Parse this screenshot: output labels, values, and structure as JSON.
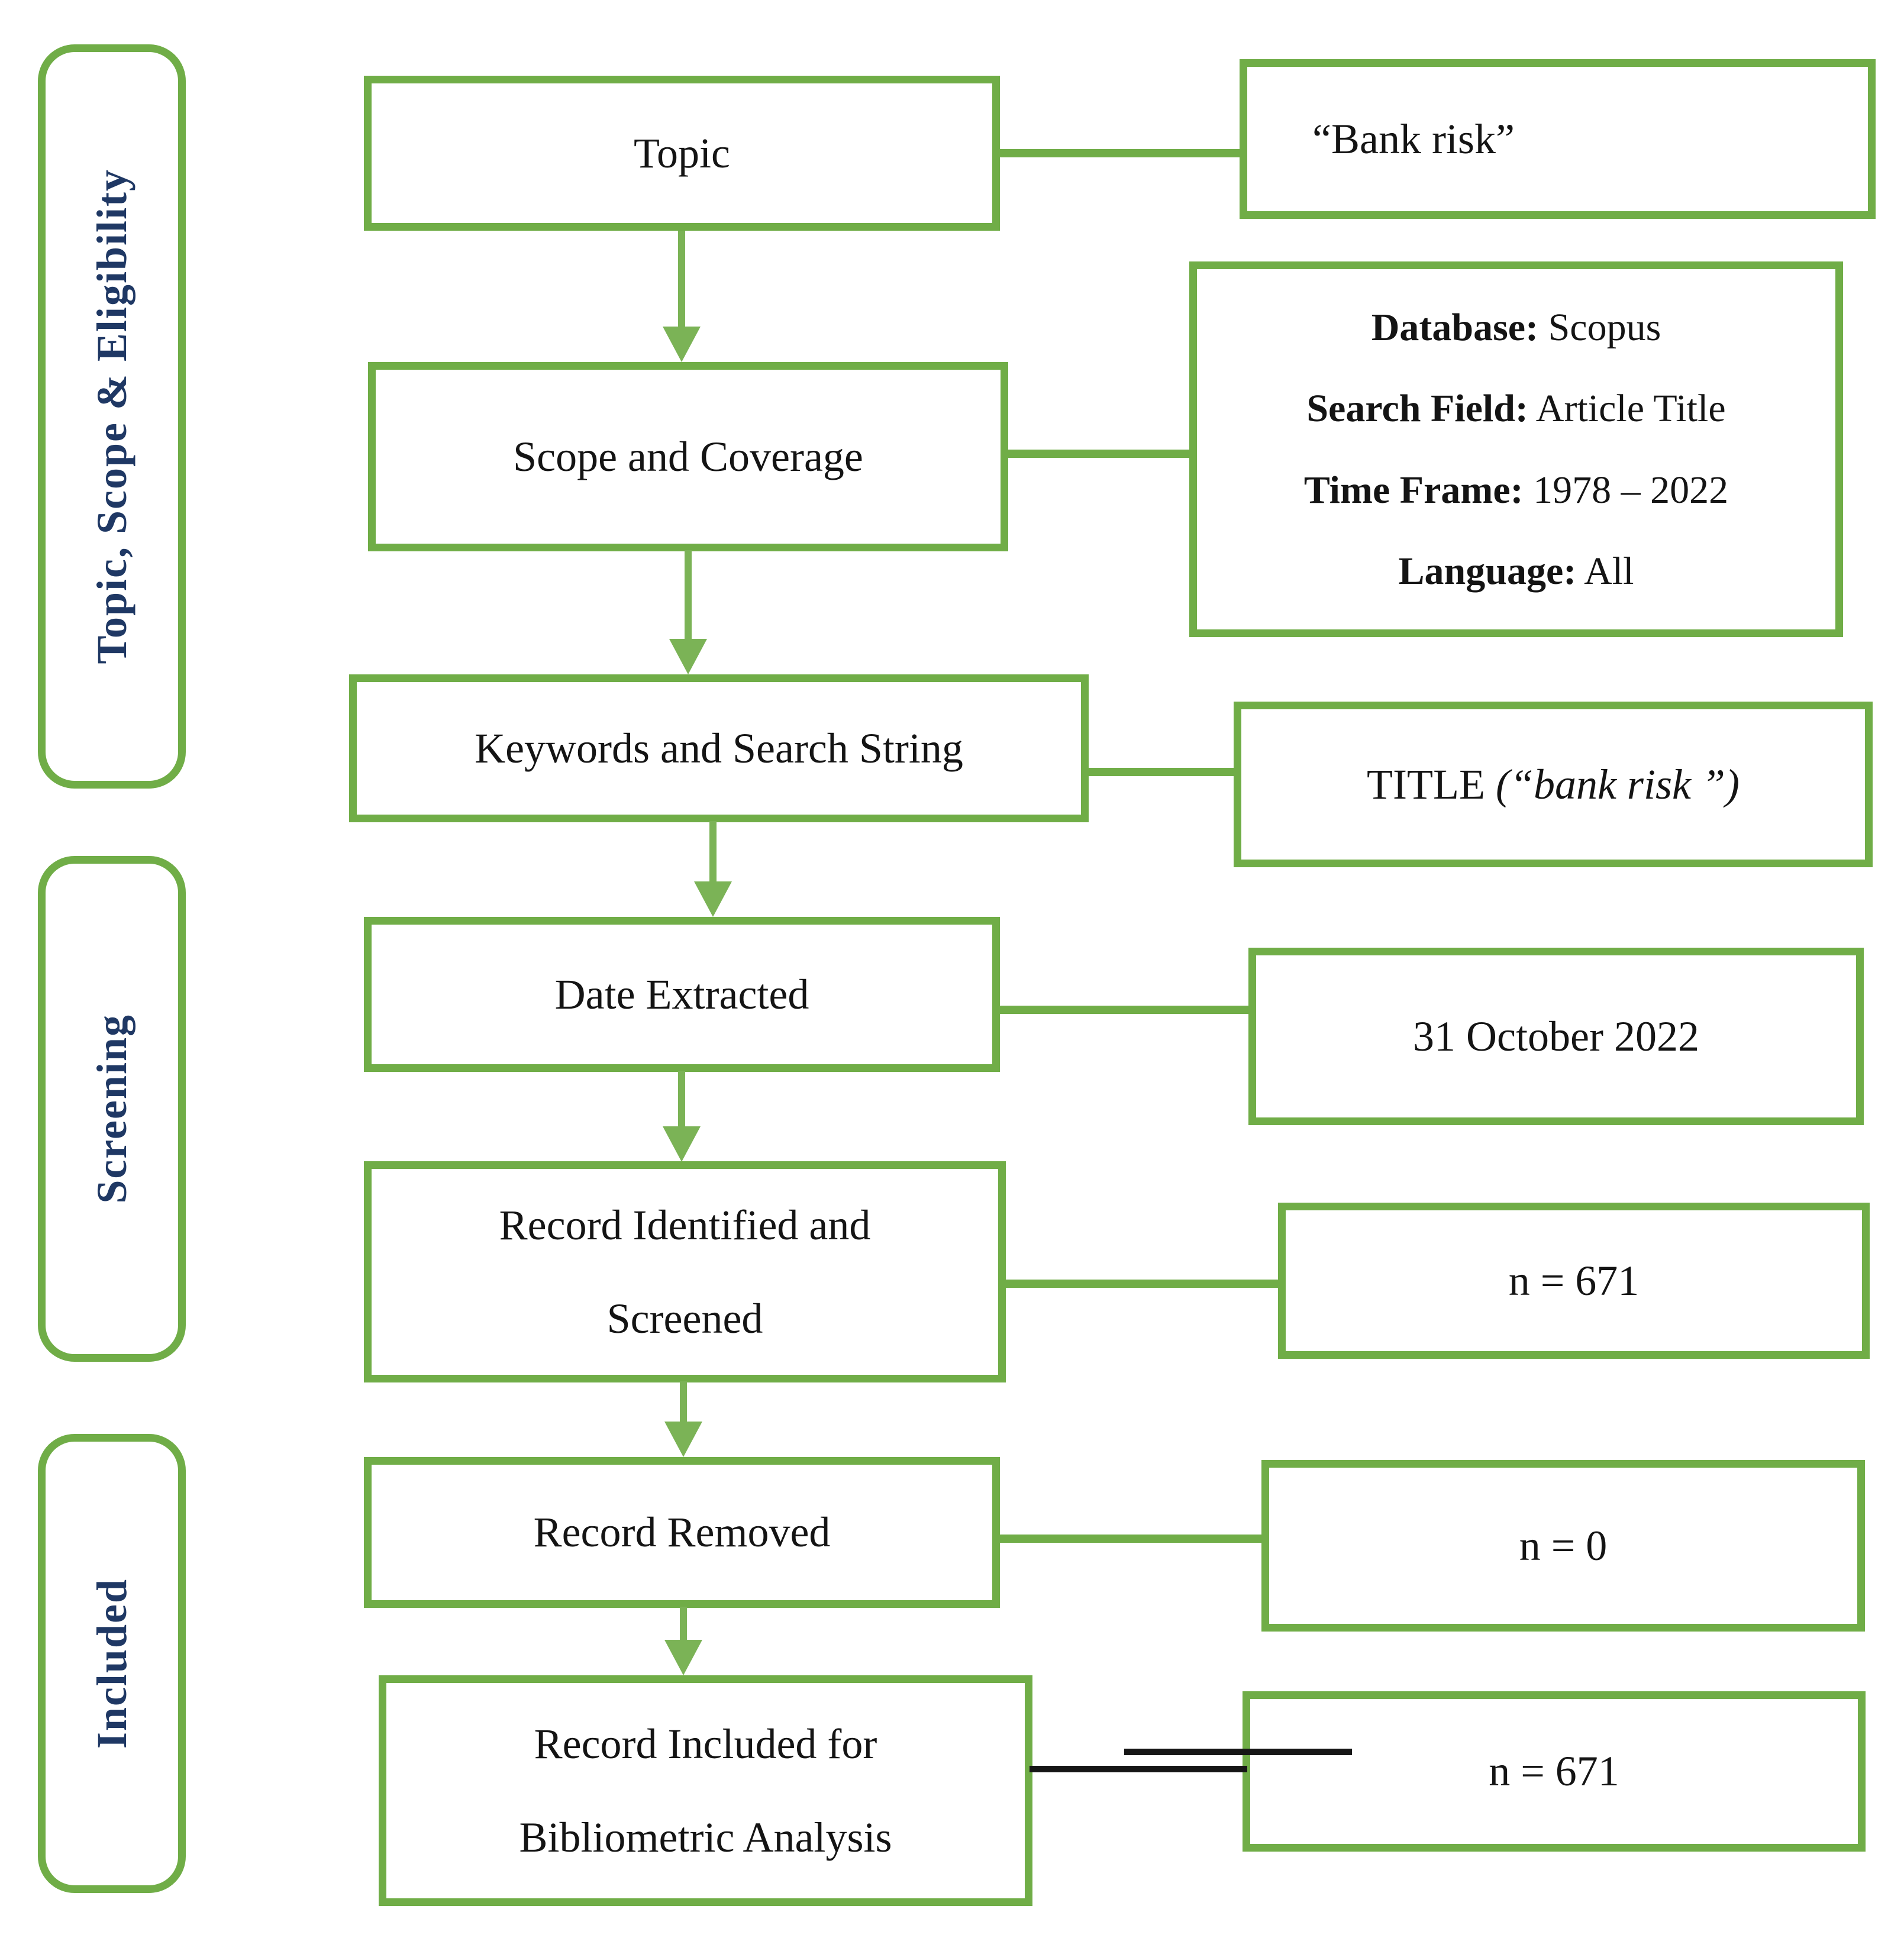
{
  "palette": {
    "box_border_green": "#70ad47",
    "arrow_green": "#7bb356",
    "stage_text_navy": "#1f3864",
    "body_text": "#141414",
    "black_connector": "#161616"
  },
  "sidebar": {
    "stages": [
      {
        "label": "Topic, Scope & Eligibility"
      },
      {
        "label": "Screening"
      },
      {
        "label": "Included"
      }
    ]
  },
  "flow": {
    "boxes": [
      {
        "lines": [
          "Topic"
        ]
      },
      {
        "lines": [
          "Scope and Coverage"
        ]
      },
      {
        "lines": [
          "Keywords and Search String"
        ]
      },
      {
        "lines": [
          "Date Extracted"
        ]
      },
      {
        "lines": [
          "Record Identified and",
          "Screened"
        ]
      },
      {
        "lines": [
          "Record Removed"
        ]
      },
      {
        "lines": [
          "Record Included for",
          "Bibliometric Analysis"
        ]
      }
    ]
  },
  "annotations": {
    "bank_risk": "“Bank risk”",
    "scope_details": [
      {
        "label": "Database:",
        "value": " Scopus"
      },
      {
        "label": "Search Field:",
        "value": " Article Title"
      },
      {
        "label": "Time Frame:",
        "value": " 1978 – 2022"
      },
      {
        "label": "Language:",
        "value": " All"
      }
    ],
    "search_string": {
      "normal": "TITLE ",
      "italic": "(“bank risk ”)"
    },
    "date_extracted": "31 October 2022",
    "n_identified": "n = 671",
    "n_removed": "n = 0",
    "n_included": "n = 671"
  }
}
